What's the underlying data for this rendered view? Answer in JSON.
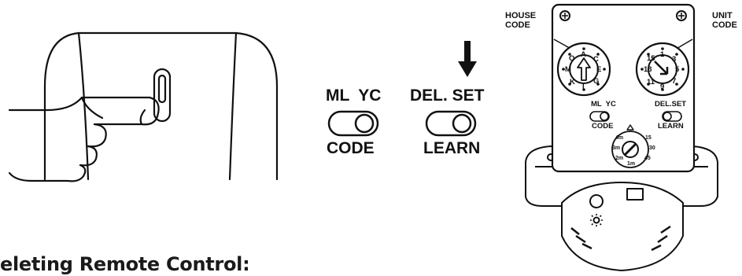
{
  "left_switch": {
    "top_label": "ML  YC",
    "bottom_label": "CODE"
  },
  "right_switch": {
    "top_label": "DEL. SET",
    "bottom_label": "LEARN"
  },
  "device": {
    "house_code_label": "HOUSE\nCODE",
    "unit_code_label": "UNIT\nCODE",
    "house_dial_letters": [
      "A",
      "C",
      "E",
      "G",
      "I",
      "K",
      "M",
      "O"
    ],
    "unit_dial_numbers": [
      "1",
      "3",
      "5",
      "7",
      "9",
      "11",
      "13",
      "15"
    ],
    "mini_left_top": "ML  YC",
    "mini_left_bottom": "CODE",
    "mini_right_top": "DEL.SET",
    "mini_right_bottom": "LEARN",
    "timer_marks": [
      "15",
      "30",
      "45",
      "1m",
      "2m",
      "3m",
      "4m"
    ]
  },
  "section_heading": "eleting Remote Control:"
}
